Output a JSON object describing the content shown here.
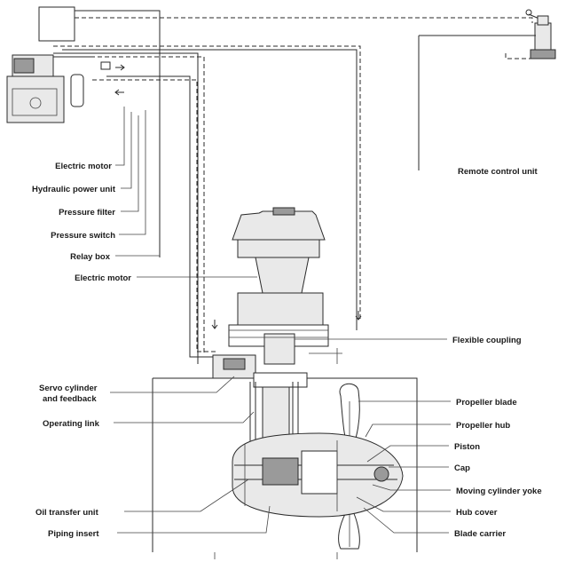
{
  "labels": {
    "electric_motor_top": "Electric motor",
    "hydraulic_power_unit": "Hydraulic power unit",
    "pressure_filter": "Pressure filter",
    "pressure_switch": "Pressure switch",
    "relay_box": "Relay box",
    "electric_motor_main": "Electric motor",
    "servo_cylinder_line1": "Servo cylinder",
    "servo_cylinder_line2": "and feedback",
    "operating_link": "Operating link",
    "oil_transfer_unit": "Oil transfer unit",
    "piping_insert": "Piping insert",
    "remote_control_unit": "Remote control unit",
    "flexible_coupling": "Flexible coupling",
    "propeller_blade": "Propeller blade",
    "propeller_hub": "Propeller hub",
    "piston": "Piston",
    "cap": "Cap",
    "moving_cylinder_yoke": "Moving cylinder yoke",
    "hub_cover": "Hub cover",
    "blade_carrier": "Blade carrier"
  }
}
